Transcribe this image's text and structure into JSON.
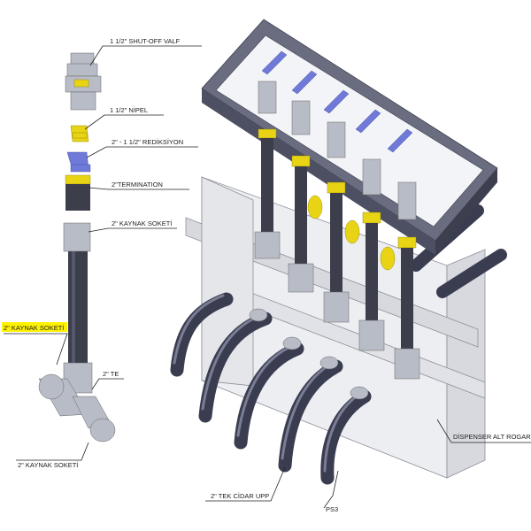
{
  "labels": {
    "shutoff_valve": "1 1/2\" SHUT-OFF VALF",
    "nipel": "1 1/2\" NİPEL",
    "reduction": "2\" - 1 1/2\" REDİKSİYON",
    "termination": "2\"TERMINATION",
    "kaynak_soketi_top": "2\" KAYNAK SOKETİ",
    "kaynak_soketi_highlight": "2\" KAYNAK SOKETİ",
    "te": "2\" TE",
    "kaynak_soketi_bottom": "2\" KAYNAK SOKETİ",
    "dispenser": "DİSPENSER ALT ROGAR",
    "tek_cidar": "2\" TEK CİDAR UPP",
    "ps3": "PS3"
  },
  "colors": {
    "pipe": "#3c3e4c",
    "fitting_yellow": "#e8d414",
    "fitting_blue": "#6f79d8",
    "frame": "#6a6c80",
    "highlight": "#fff200"
  }
}
